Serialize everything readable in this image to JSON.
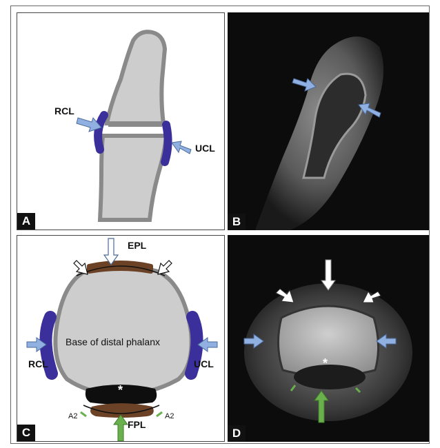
{
  "panelA": {
    "letter": "A",
    "rcl": "RCL",
    "ucl": "UCL"
  },
  "panelB": {
    "letter": "B"
  },
  "panelC": {
    "letter": "C",
    "epl": "EPL",
    "rcl": "RCL",
    "ucl": "UCL",
    "center": "Base of distal phalanx",
    "star": "*",
    "a2_left": "A2",
    "a2_right": "A2",
    "fpl": "FPL"
  },
  "panelD": {
    "letter": "D",
    "star": "*"
  },
  "colors": {
    "bone_fill": "#cdcdcd",
    "bone_outline": "#8a8a8a",
    "ligament": "#3b2f9b",
    "tendon": "#6b4226",
    "plate": "#0e0e0e",
    "arrow_blue": "#8fb0e0",
    "arrow_green": "#6ab04c"
  }
}
